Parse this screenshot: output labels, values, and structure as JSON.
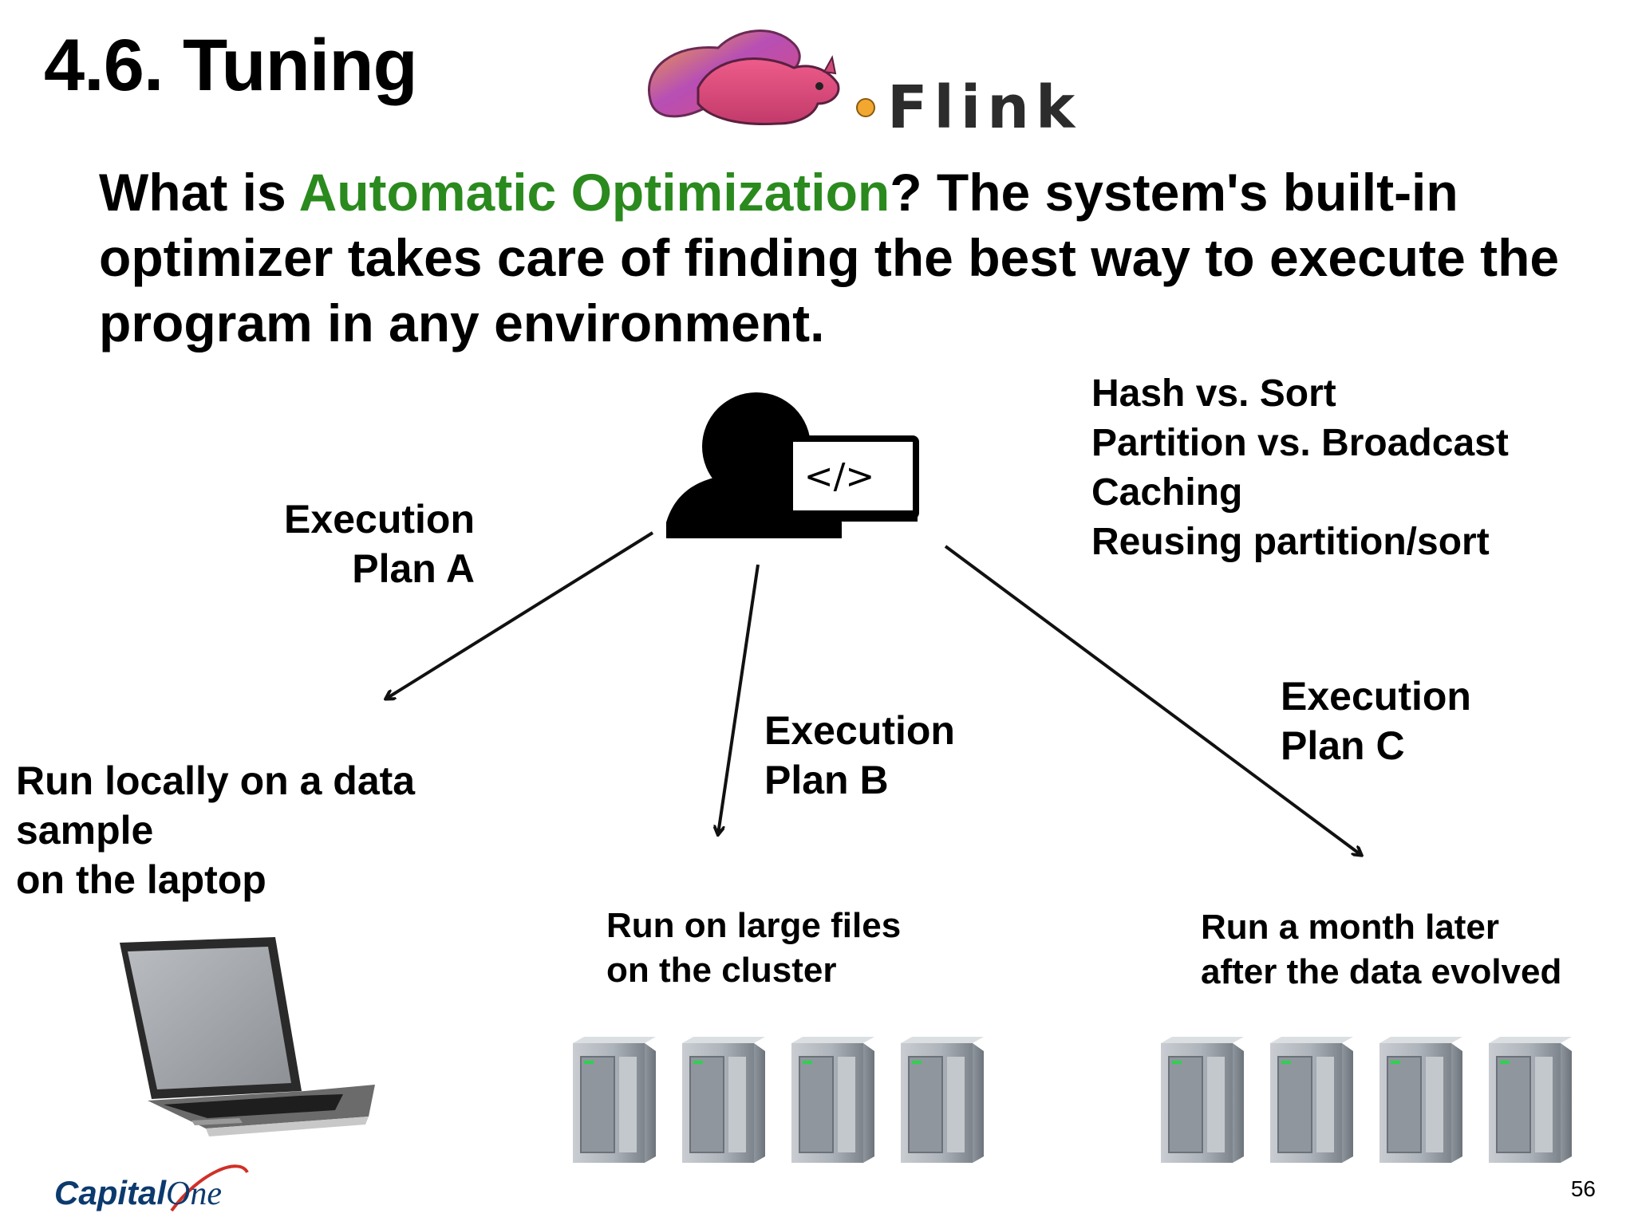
{
  "title": "4.6. Tuning",
  "logo": {
    "text": "Flink",
    "icon": "flink-squirrel-logo"
  },
  "intro": {
    "prefix": "What is ",
    "highlight": "Automatic Optimization",
    "suffix": "? The system's built-in optimizer takes care of finding the best way to execute the program in any environment.",
    "highlight_color": "#2a8a1e"
  },
  "options": [
    "Hash vs. Sort",
    "Partition vs. Broadcast",
    "Caching",
    "Reusing partition/sort"
  ],
  "plans": {
    "a": [
      "Execution",
      "Plan A"
    ],
    "b": [
      "Execution",
      "Plan B"
    ],
    "c": [
      "Execution",
      "Plan C"
    ]
  },
  "targets": {
    "local": [
      "Run locally on a data",
      "sample",
      "on the laptop"
    ],
    "cluster": [
      "Run on large files",
      "on the cluster"
    ],
    "later": [
      "Run a month later",
      "after the data evolved"
    ]
  },
  "code_symbol": "</>",
  "footer": {
    "brand_left": "Capital",
    "brand_right": "One",
    "page_number": "56"
  }
}
